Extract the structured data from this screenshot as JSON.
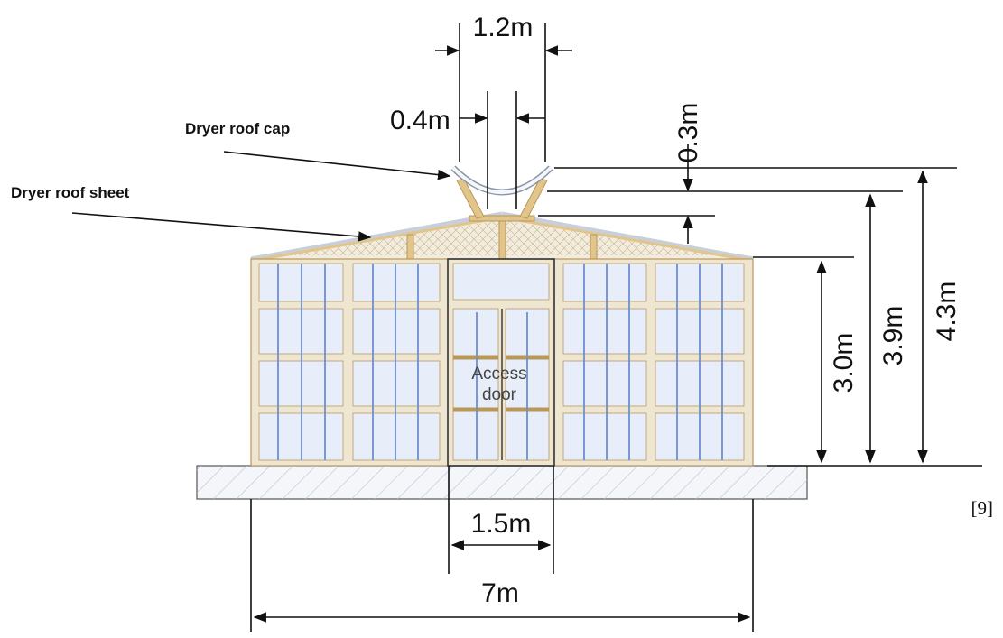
{
  "labels": {
    "roof_cap": "Dryer roof cap",
    "roof_sheet": "Dryer roof sheet",
    "access_door_line1": "Access",
    "access_door_line2": "door",
    "reference": "[9]"
  },
  "dimensions": {
    "cap_width": "1.2m",
    "vent_width": "0.4m",
    "cap_height": "0.3m",
    "wall_height": "3.0m",
    "ridge_height": "3.9m",
    "total_height": "4.3m",
    "door_width": "1.5m",
    "total_width": "7m"
  },
  "colors": {
    "frame": "#e2c58b",
    "panel": "#e8eef9",
    "glazing_line": "#6d8fd2",
    "foundation_hatch": "#b6c3d6"
  }
}
